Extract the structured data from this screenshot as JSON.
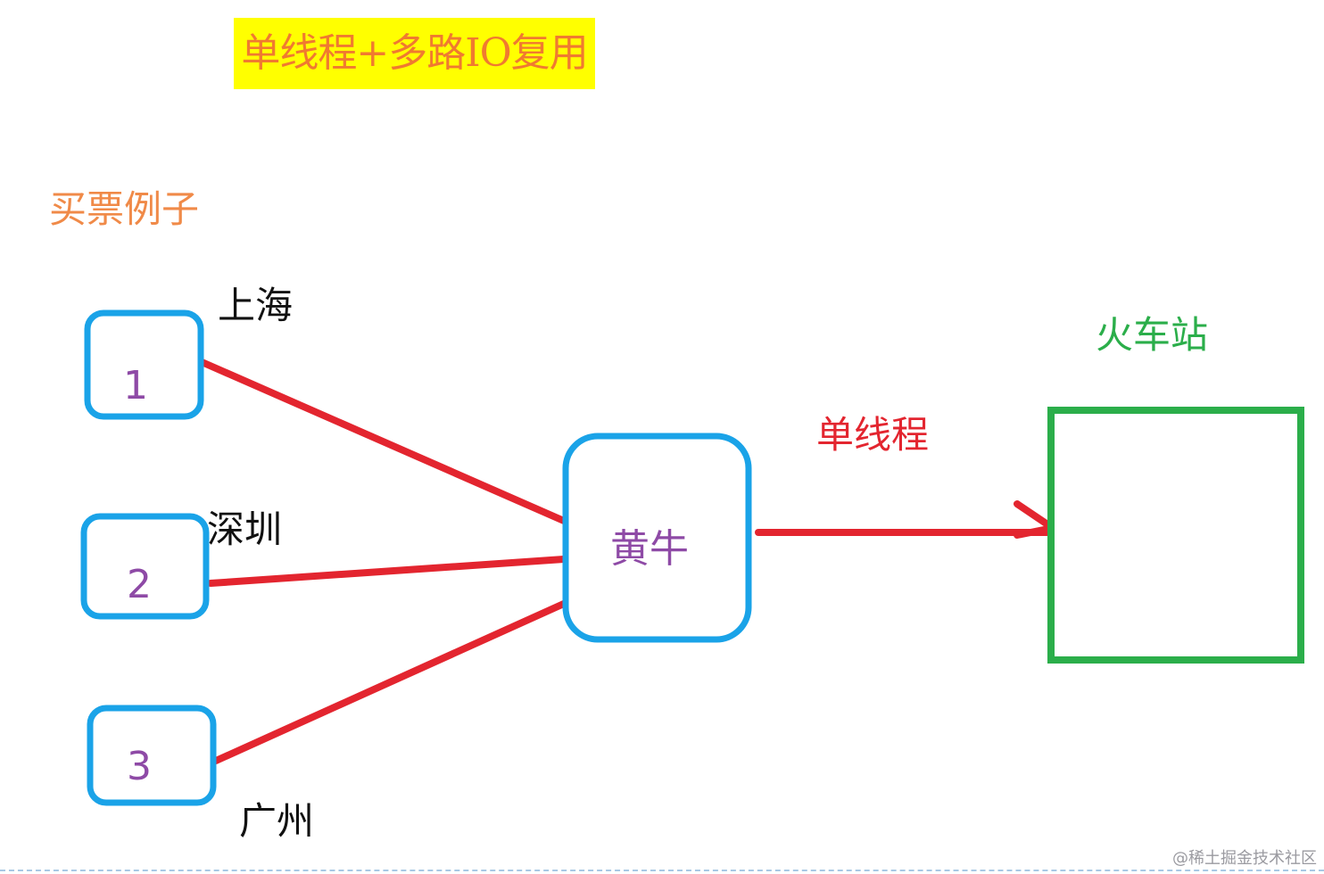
{
  "title": "单线程+多路IO复用",
  "section_title": "买票例子",
  "clients": [
    {
      "number": "1",
      "city": "上海"
    },
    {
      "number": "2",
      "city": "深圳"
    },
    {
      "number": "3",
      "city": "广州"
    }
  ],
  "broker": {
    "label": "黄牛"
  },
  "thread_label": "单线程",
  "station": {
    "label": "火车站"
  },
  "watermark": "@稀土掘金技术社区",
  "colors": {
    "client_border": "#1aa3e8",
    "connector": "#e3252f",
    "station_border": "#2bae4a",
    "number_text": "#8e4aa6",
    "title_background": "#ffff00",
    "title_text": "#f07a30"
  }
}
